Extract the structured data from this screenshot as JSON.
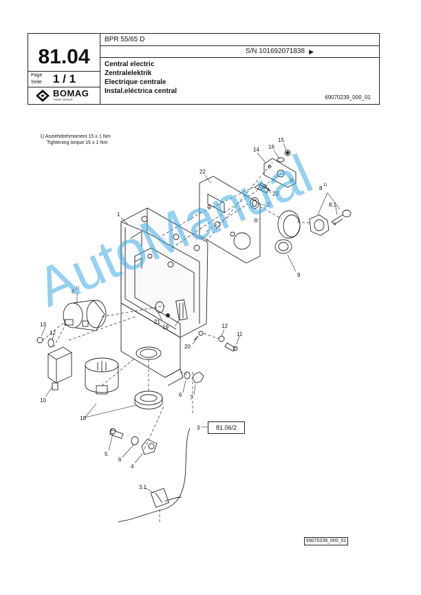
{
  "header": {
    "section_number": "81.04",
    "page_label_de": "Page",
    "page_label_en": "Seite",
    "page_value": "1 / 1",
    "logo_text": "BOMAG",
    "logo_sub": "FAYAT GROUP",
    "model": "BPR 55/65 D",
    "serial": "S/N 101692071838",
    "arrow": "▶",
    "titles": [
      "Central electric",
      "Zentralelektrik",
      "Electrique centrale",
      "Instal.eléctrica central"
    ],
    "doc_id": "69070239_000_01"
  },
  "note": {
    "line1": "1)  Anziehdrehmoment 15 ± 1 Nm",
    "line2": "Tightening torque 15 ± 1 Nm"
  },
  "diagram": {
    "reference_box": "81.06/2",
    "labels": {
      "l1": "1",
      "l2": "2",
      "l3": "3",
      "l3_1": "3.1",
      "l4": "4",
      "l5": "5",
      "l6a": "6",
      "l6b": "6",
      "l7": "7",
      "l8a": "8",
      "l8a_sup": "1)",
      "l8b": "8",
      "l8b_sup": "1)",
      "l8_1": "8.1",
      "l9": "9",
      "l10": "10",
      "l11": "11",
      "l12a": "12",
      "l12b": "12",
      "l13": "13",
      "l14": "14",
      "l15": "15",
      "l16": "16",
      "l18": "18",
      "l19": "19",
      "l20": "20",
      "l21": "21",
      "l22": "22",
      "l23": "23"
    }
  },
  "footer": {
    "doc_id": "69070239_000_01"
  },
  "watermark": "AutoManual"
}
